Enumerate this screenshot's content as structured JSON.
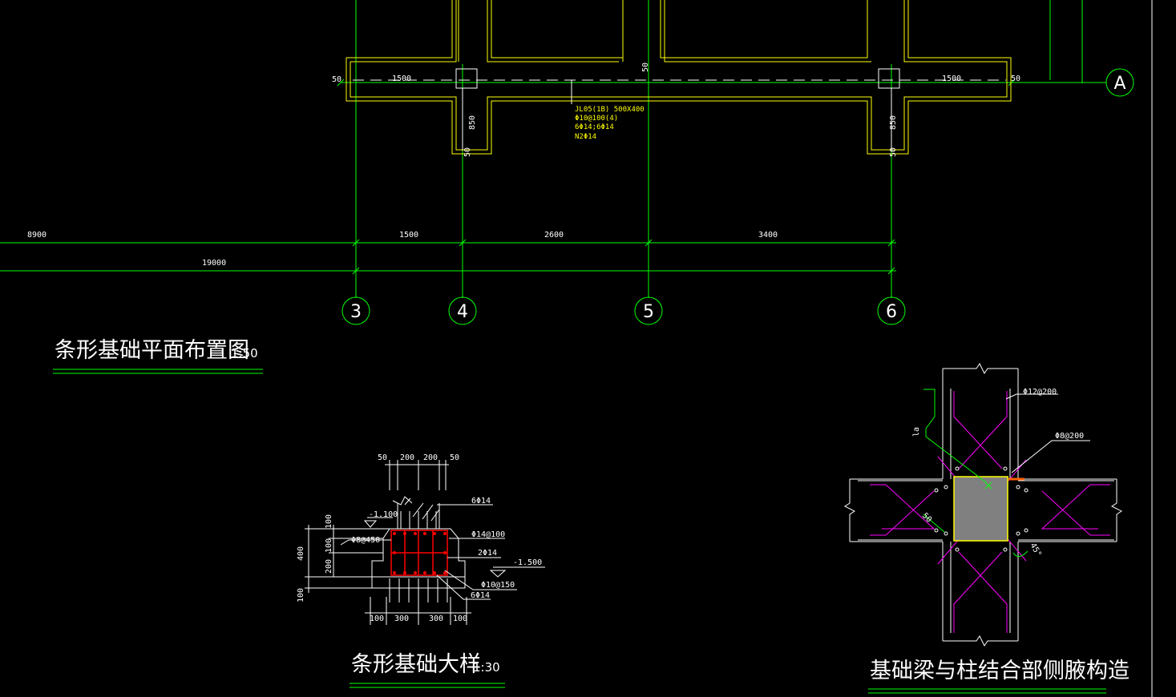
{
  "colors": {
    "background": "#000000",
    "grid": "#00ff00",
    "outline": "#ffff00",
    "text": "#ffffff",
    "rebar": "#ff00ff",
    "section": "#ff0000",
    "column_fill": "#808080"
  },
  "plan": {
    "title": "条形基础平面布置图",
    "scale": "1:50",
    "axis_labels": {
      "a": "A",
      "c3": "3",
      "c4": "4",
      "c5": "5",
      "c6": "6"
    },
    "dims_top": {
      "left_edge": "50",
      "left_span": "1500",
      "mid_offset": "50",
      "right_span": "1500",
      "right_edge": "50"
    },
    "dims_col": {
      "c4_len": "850",
      "c4_off": "50",
      "c6_len": "850",
      "c6_off": "50"
    },
    "beam_label": [
      "JL05(1B) 500X400",
      "Φ10@100(4)",
      "6Φ14;6Φ14",
      "N2Φ14"
    ],
    "dims_row1": {
      "left": "8900",
      "d34": "1500",
      "d45": "2600",
      "d56": "3400"
    },
    "dims_row2": {
      "total": "19000"
    }
  },
  "section": {
    "title": "条形基础大样",
    "scale": "1:30",
    "top_dims": [
      "50",
      "200",
      "200",
      "50"
    ],
    "bottom_dims": [
      "100",
      "300",
      "300",
      "100"
    ],
    "left_dims": {
      "total": "400",
      "top": "100",
      "mid": "100",
      "low": "200",
      "base": "100"
    },
    "labels": {
      "elev_top": "-1.100",
      "stirrup_side": "Φ8@450",
      "top_bar": "6Φ14",
      "stirrup": "Φ14@100",
      "waist": "2Φ14",
      "elev_bottom": "-1.500",
      "base_bar": "Φ10@150",
      "bottom_bar": "6Φ14"
    }
  },
  "joint": {
    "title": "基础梁与柱结合部侧腋构造",
    "labels": {
      "top_bar": "Φ12@200",
      "tie": "Φ8@200",
      "la": "la",
      "offset": "50",
      "angle": "45°"
    }
  }
}
